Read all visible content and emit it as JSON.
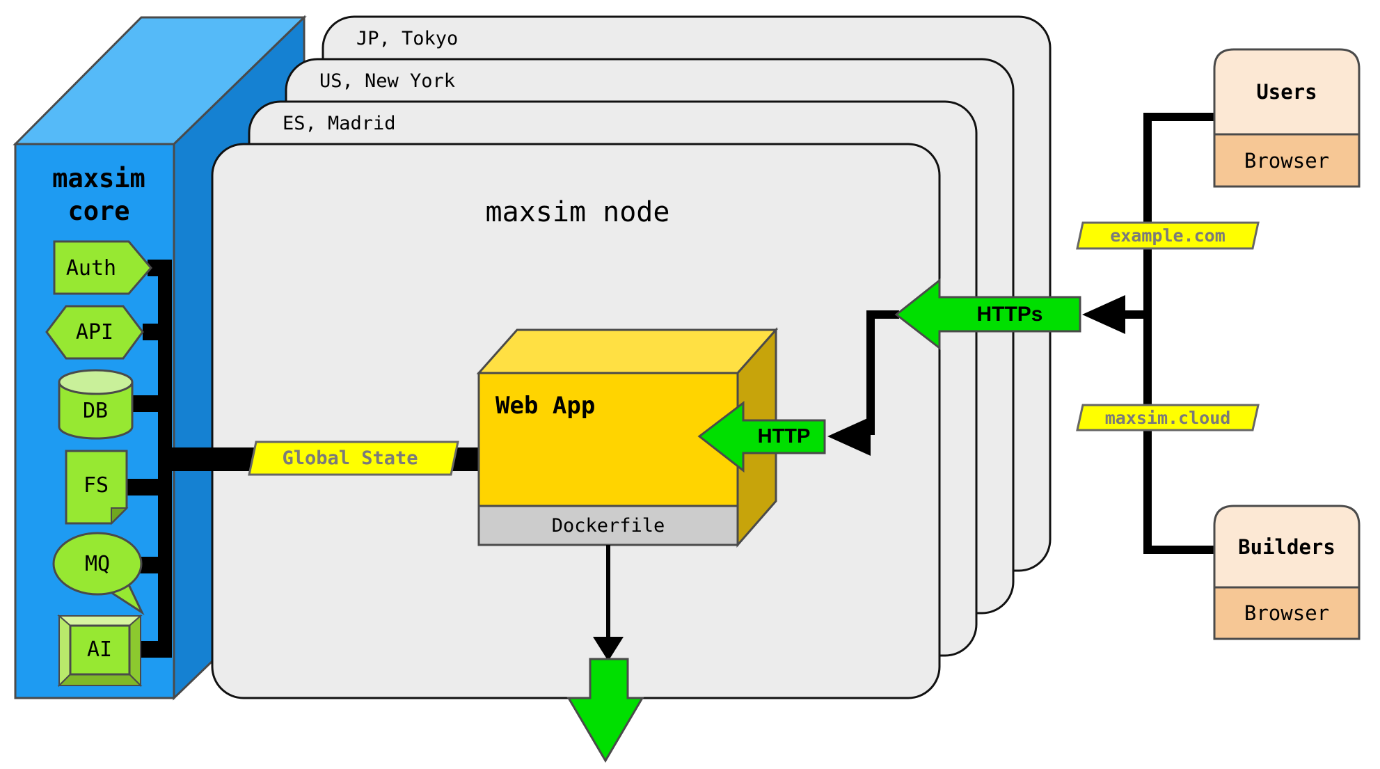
{
  "core": {
    "title_line1": "maxsim",
    "title_line2": "core",
    "services": [
      {
        "label": "Auth"
      },
      {
        "label": "API"
      },
      {
        "label": "DB"
      },
      {
        "label": "FS"
      },
      {
        "label": "MQ"
      },
      {
        "label": "AI"
      }
    ]
  },
  "nodes": {
    "back_regions": [
      {
        "label": "JP, Tokyo"
      },
      {
        "label": "US, New York"
      },
      {
        "label": "ES, Madrid"
      }
    ],
    "front_title": "maxsim node"
  },
  "webapp": {
    "title": "Web App",
    "footer": "Dockerfile"
  },
  "links": {
    "global_state": "Global State",
    "example_domain": "example.com",
    "cloud_domain": "maxsim.cloud",
    "https_label": "HTTPs",
    "http_label": "HTTP"
  },
  "actors": {
    "users": {
      "title": "Users",
      "client": "Browser"
    },
    "builders": {
      "title": "Builders",
      "client": "Browser"
    }
  },
  "colors": {
    "core_front": "#1E9BF2",
    "core_top": "#55BAF8",
    "core_side": "#1581D2",
    "service_green": "#97E832",
    "node_card_gray": "#ECECEC",
    "app_front_yellow": "#FFD400",
    "app_top_yellow": "#FFE043",
    "app_side_gold": "#C7A40B",
    "dockerfile_gray": "#CCCCCC",
    "label_yellow": "#FFFF00",
    "arrow_green": "#00DF00",
    "actor_header_peach": "#FCE8D4",
    "actor_body_peach": "#F6C795",
    "connector_black": "#000000"
  }
}
